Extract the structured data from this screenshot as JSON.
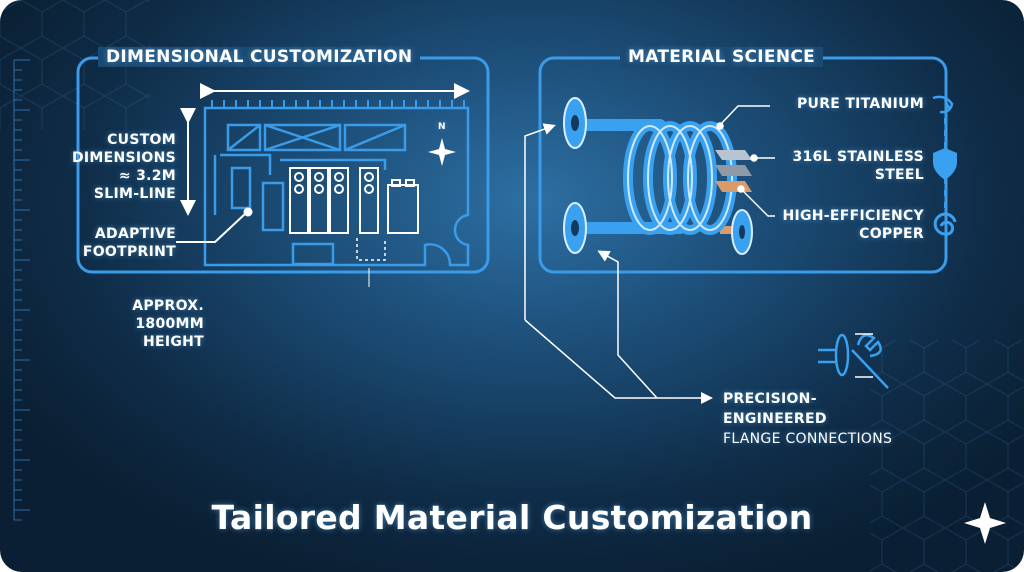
{
  "dimensional": {
    "title": "DIMENSIONAL CUSTOMIZATION",
    "dims": [
      "CUSTOM",
      "DIMENSIONS",
      "≈ 3.2M",
      "SLIM-LINE"
    ],
    "footprint": [
      "ADAPTIVE",
      "FOOTPRINT"
    ],
    "height": [
      "APPROX.",
      "1800MM",
      "HEIGHT"
    ],
    "compass": "N"
  },
  "material": {
    "title": "MATERIAL SCIENCE",
    "titanium": "PURE TITANIUM",
    "steel": [
      "316L STAINLESS",
      "STEEL"
    ],
    "copper": [
      "HIGH-EFFICIENCY",
      "COPPER"
    ],
    "flange": [
      "PRECISION-",
      "ENGINEERED",
      "FLANGE CONNECTIONS"
    ]
  },
  "footer_title": "Tailored Material Customization",
  "colors": {
    "accent": "#3a9be8",
    "copper": "#d99a6c"
  }
}
